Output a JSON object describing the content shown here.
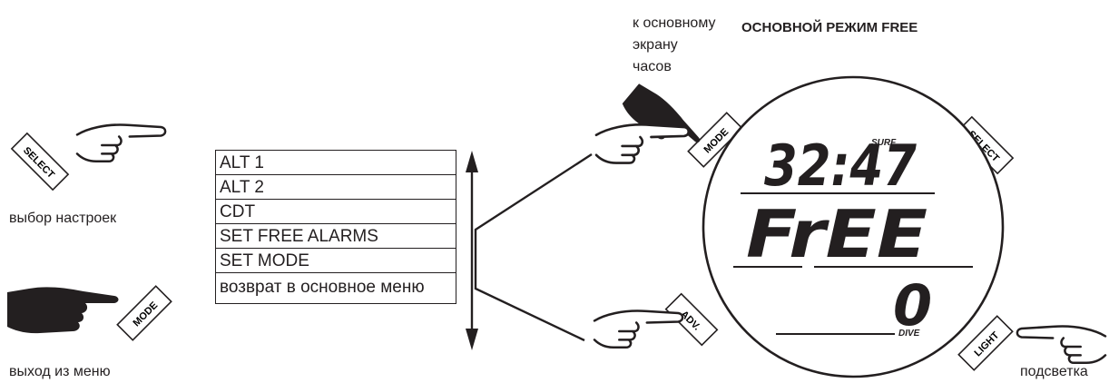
{
  "title": "ОСНОВНОЙ РЕЖИМ FREE",
  "labels": {
    "to_main_screen": [
      "к основному",
      "экрану",
      "часов"
    ],
    "select_settings": "выбор настроек",
    "exit_menu": "выход из меню",
    "backlight": "подсветка"
  },
  "buttons": {
    "select": "SELECT",
    "mode": "MODE",
    "adv": "ADV.",
    "light": "LIGHT"
  },
  "menu": {
    "items": [
      "ALT 1",
      "ALT 2",
      "CDT",
      "SET FREE ALARMS",
      "SET MODE",
      "возврат в основное меню"
    ]
  },
  "display": {
    "surf": "SURF",
    "time": "32:47",
    "mode_text": "FrEE",
    "dive_count": "0",
    "dive_label": "DIVE"
  }
}
